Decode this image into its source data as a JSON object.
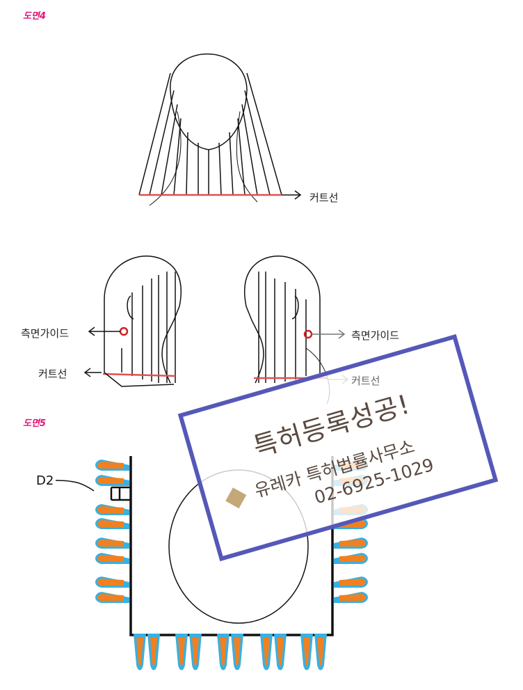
{
  "figures": [
    {
      "label": "도면4",
      "labels": {
        "cut_line_top": "커트선",
        "side_guide_left": "측면가이드",
        "cut_line_left": "커트선",
        "side_guide_right": "측면가이드",
        "cut_line_right": "커트선"
      }
    },
    {
      "label": "도면5",
      "labels": {
        "d2": "D2"
      }
    }
  ],
  "stamp": {
    "title": "특허등록성공!",
    "firm": "유레카 특허법률사무소",
    "phone": "02-6925-1029",
    "border_color": "#5558b8",
    "text_color": "#5a4a40"
  },
  "colors": {
    "figure_label": "#e0157a",
    "cut_line": "#e05050",
    "guide_marker": "#d02020"
  }
}
